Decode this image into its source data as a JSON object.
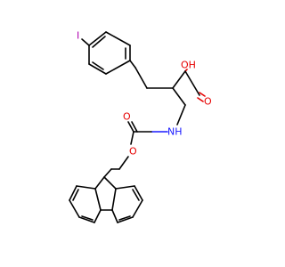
{
  "molecule": {
    "atoms": {
      "iodine": {
        "symbol": "I",
        "color": "#b000b0"
      },
      "hydroxyl": {
        "symbol": "OH",
        "color": "#e60000"
      },
      "carbonyl_o_acid": {
        "symbol": "O",
        "color": "#e60000"
      },
      "amide_nh": {
        "symbol": "NH",
        "color": "#1a1aff"
      },
      "carbonyl_o_carbamate": {
        "symbol": "O",
        "color": "#e60000"
      },
      "ester_o": {
        "symbol": "O",
        "color": "#e60000"
      }
    }
  }
}
